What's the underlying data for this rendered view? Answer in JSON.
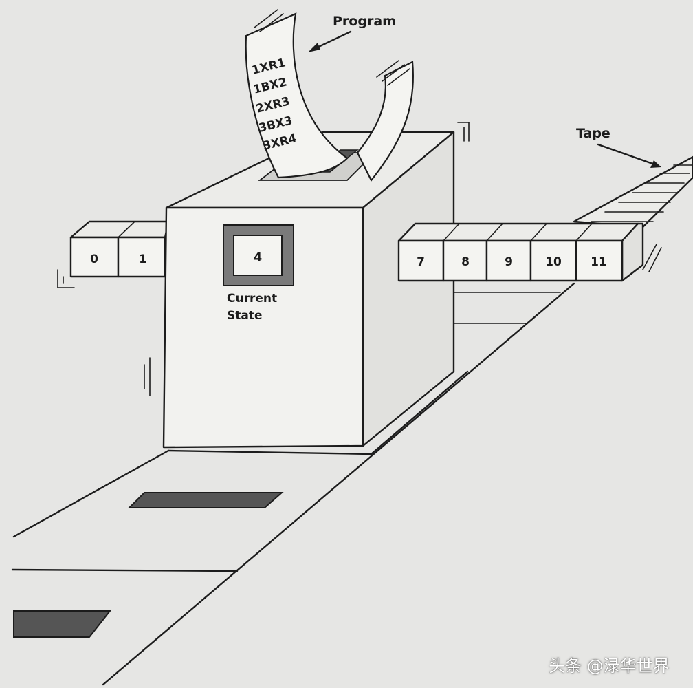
{
  "labels": {
    "program": "Program",
    "tape": "Tape",
    "current_state_line1": "Current",
    "current_state_line2": "State",
    "state_value": "4"
  },
  "program_lines": [
    "1XR1",
    "1BX2",
    "2XR3",
    "3BX3",
    "3XR4"
  ],
  "tape_left_cells": [
    "0",
    "1"
  ],
  "tape_right_cells": [
    "7",
    "8",
    "9",
    "10",
    "11"
  ],
  "watermark": "头条 @渌华世界",
  "colors": {
    "background": "#e6e6e4",
    "ink": "#1c1c1c",
    "slot": "#555555"
  }
}
